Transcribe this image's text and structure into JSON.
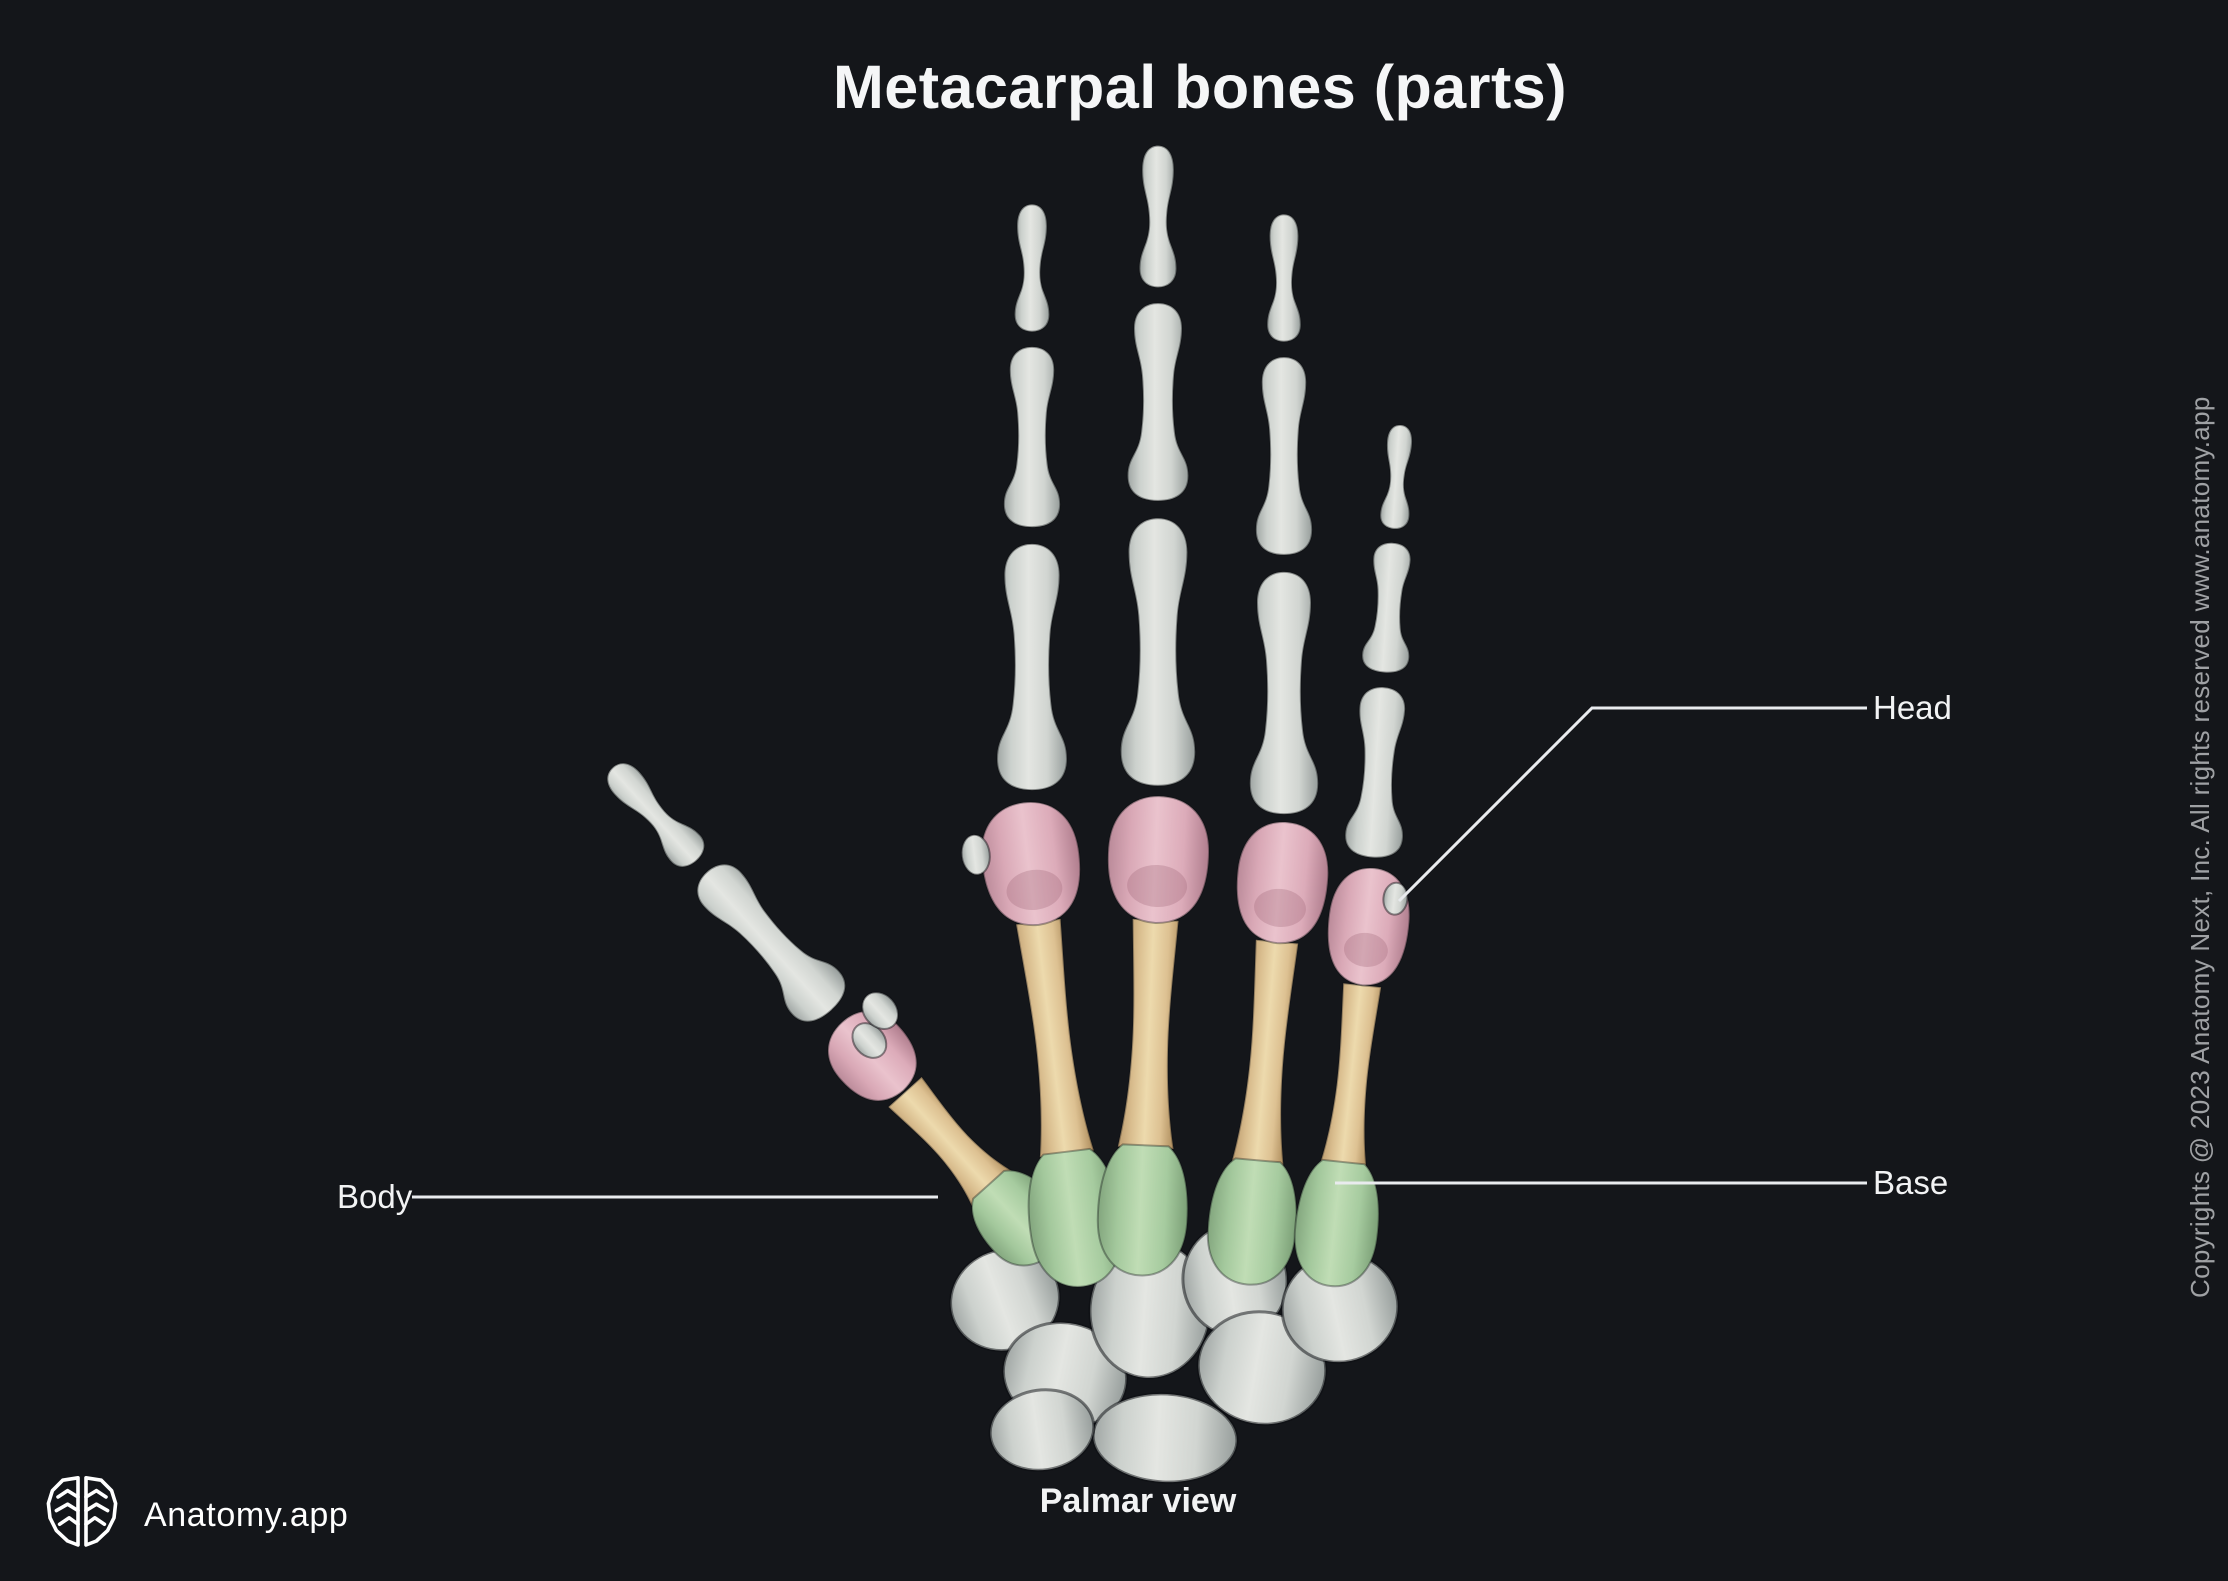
{
  "title": "Metacarpal bones (parts)",
  "annotations": {
    "head": {
      "label": "Head"
    },
    "body": {
      "label": "Body"
    },
    "base": {
      "label": "Base"
    }
  },
  "caption": "Palmar view",
  "brand": {
    "name": "Anatomy.app"
  },
  "copyright": "Copyrights @ 2023 Anatomy Next, Inc. All rights reserved www.anatomy.app",
  "icons": {
    "brand_logo": "brain-logo-icon"
  },
  "colors": {
    "background": "#14161a",
    "metacarpal_head_pink": "#e3b2c0",
    "metacarpal_body_tan": "#e6d2a0",
    "metacarpal_base_green": "#abd0a5",
    "bone_gray": "#d5d8d4",
    "label_text": "#f2f3f4",
    "leader_line": "#e9ebee",
    "copyright_text": "#9fa1a4"
  }
}
